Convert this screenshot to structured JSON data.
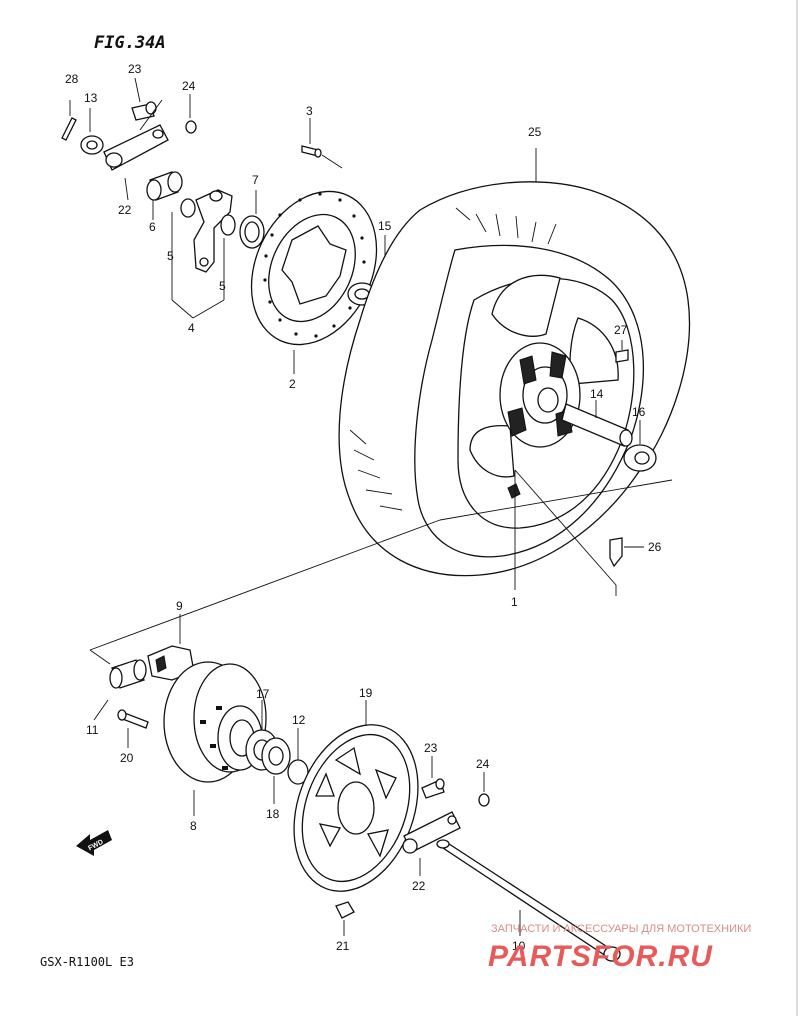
{
  "title": "FIG.34A",
  "model": "GSX-R1100L E3",
  "fwd_label": "FWD",
  "watermark": {
    "line1": "ЗАПЧАСТИ И АКСЕССУАРЫ ДЛЯ МОТОТЕХНИКИ",
    "brand": "PARTSFOR.RU"
  },
  "callouts": {
    "p1": "1",
    "p2": "2",
    "p3": "3",
    "p4": "4",
    "p5a": "5",
    "p5b": "5",
    "p6": "6",
    "p7": "7",
    "p8": "8",
    "p9": "9",
    "p10": "10",
    "p11": "11",
    "p12": "12",
    "p13": "13",
    "p14": "14",
    "p15": "15",
    "p16": "16",
    "p17": "17",
    "p18": "18",
    "p19": "19",
    "p20": "20",
    "p21": "21",
    "p22a": "22",
    "p22b": "22",
    "p23a": "23",
    "p23b": "23",
    "p24a": "24",
    "p24b": "24",
    "p25": "25",
    "p26": "26",
    "p27": "27",
    "p28": "28"
  }
}
